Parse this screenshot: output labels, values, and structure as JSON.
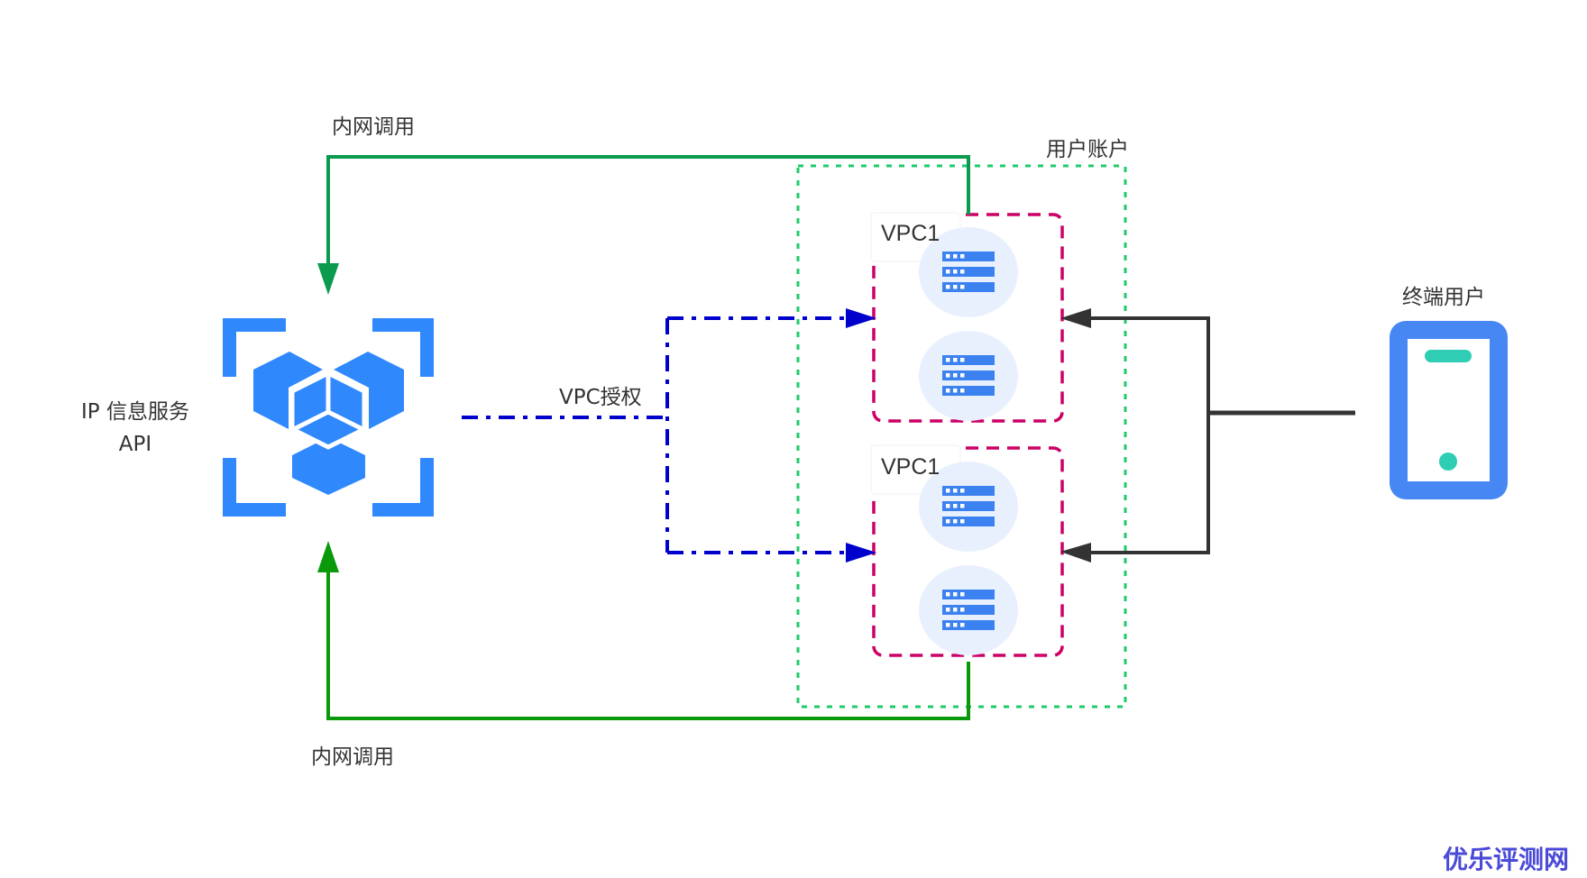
{
  "diagram": {
    "nodes": {
      "ip_service": {
        "label_line1": "IP 信息服务",
        "label_line2": "API",
        "icon": "cubes-cluster-icon"
      },
      "user_account": {
        "label": "用户账户"
      },
      "vpc_top": {
        "label": "VPC1",
        "servers": 2
      },
      "vpc_bottom": {
        "label": "VPC1",
        "servers": 2
      },
      "end_user": {
        "label": "终端用户",
        "icon": "mobile-phone-icon"
      }
    },
    "edges": {
      "intranet_top": {
        "label": "内网调用",
        "from": "vpc_top",
        "to": "ip_service",
        "style": "solid"
      },
      "intranet_bottom": {
        "label": "内网调用",
        "from": "vpc_bottom",
        "to": "ip_service",
        "style": "solid"
      },
      "vpc_auth": {
        "label": "VPC授权",
        "from": "ip_service",
        "to": [
          "vpc_top",
          "vpc_bottom"
        ],
        "style": "dash-dot"
      },
      "user_access": {
        "from": "end_user",
        "to": [
          "vpc_top",
          "vpc_bottom"
        ],
        "style": "solid"
      }
    },
    "colors": {
      "intranet_top": "#0c9b4e",
      "intranet_bottom": "#0a990a",
      "vpc_auth": "#0000cc",
      "vpc_box": "#cc0066",
      "account_box": "#1ecb6a",
      "user_access": "#333333",
      "icon_blue": "#2f88fc",
      "server_circle": "#e8f0fe",
      "server_bar": "#3b82f0",
      "phone_frame": "#4787f3",
      "phone_accent": "#2ecdb4"
    }
  },
  "watermark": "优乐评测网"
}
